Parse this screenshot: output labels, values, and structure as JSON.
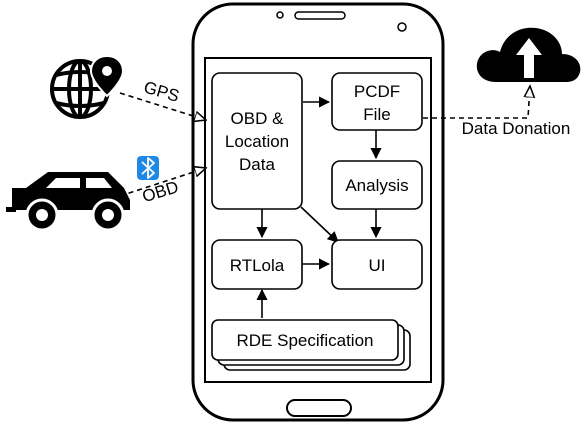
{
  "labels": {
    "gps": "GPS",
    "obd": "OBD",
    "data_donation": "Data Donation"
  },
  "boxes": {
    "obd_line1": "OBD &",
    "obd_line2": "Location",
    "obd_line3": "Data",
    "pcdf_line1": "PCDF",
    "pcdf_line2": "File",
    "analysis": "Analysis",
    "rtlola": "RTLola",
    "ui": "UI",
    "rde": "RDE Specification"
  },
  "icons": {
    "globe": "globe-icon",
    "location": "location-pin-icon",
    "car": "car-icon",
    "bluetooth": "bluetooth-icon",
    "cloud_upload": "cloud-upload-icon",
    "phone": "smartphone-outline"
  },
  "colors": {
    "ink": "#000000",
    "bluetooth_bg": "#1e88e5",
    "background": "#ffffff"
  }
}
